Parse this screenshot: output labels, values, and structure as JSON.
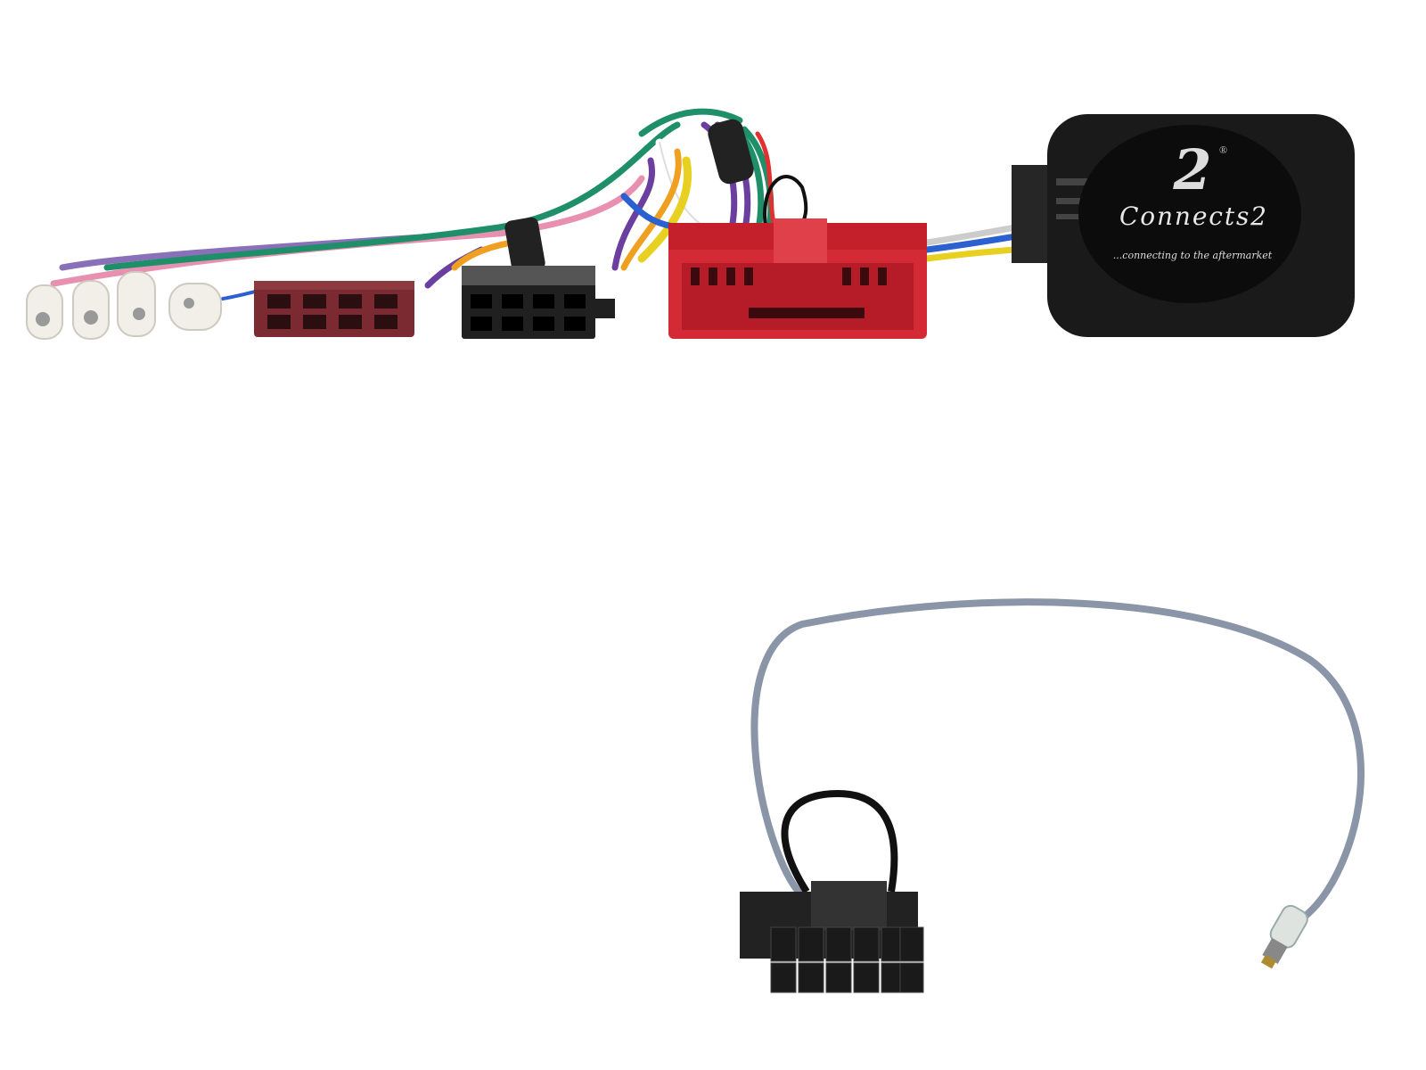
{
  "product": {
    "brand_logo": "Connects2",
    "logo_mark": "2",
    "registered": "®",
    "tagline": "...connecting to the aftermarket"
  },
  "colors": {
    "background": "#ffffff",
    "interface_box": "#1a1a1a",
    "red_connector": "#d42a35",
    "brown_iso_connector": "#7a2a30",
    "black_iso_connector": "#202020",
    "antenna_cable": "#8a96a8",
    "patch_lead_connector": "#222222",
    "wire_colors": [
      "#1f8f6a",
      "#6a3fa0",
      "#f0a020",
      "#e8d020",
      "#e890b0",
      "#2a60d0",
      "#ffffff",
      "#111111",
      "#e03030",
      "#ff8020"
    ]
  },
  "components": [
    "interface-box",
    "multi-pin-red-connector",
    "black-iso-connector",
    "brown-iso-connector",
    "spade-terminals",
    "patch-lead-12-pin",
    "antenna-adapter-lead"
  ]
}
